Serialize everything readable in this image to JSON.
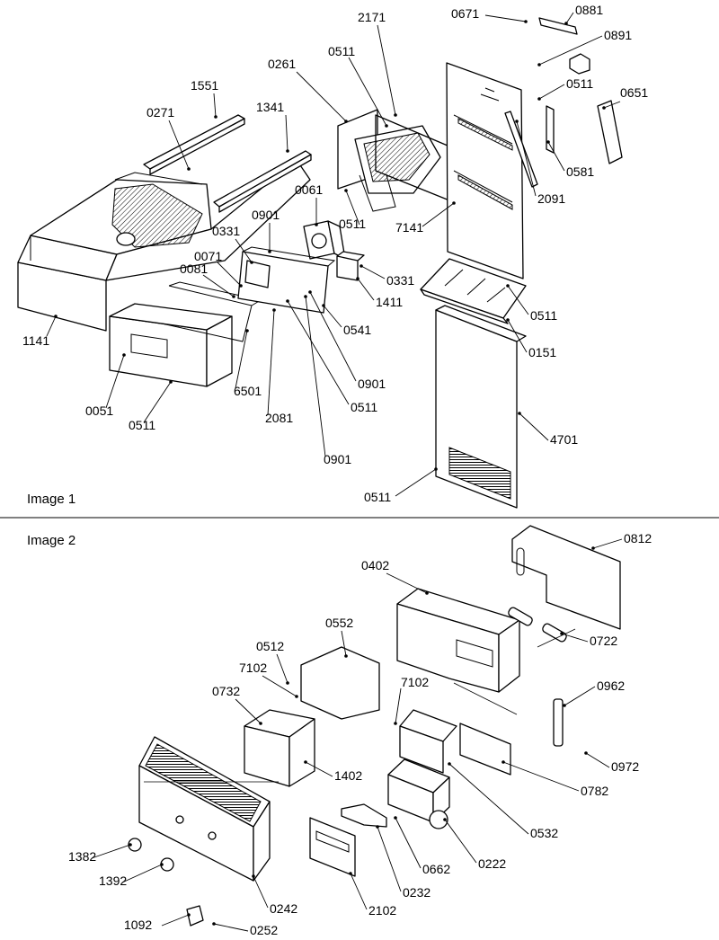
{
  "sections": [
    {
      "title": "Image 1"
    },
    {
      "title": "Image 2"
    }
  ],
  "callouts1": [
    "0671",
    "0881",
    "2171",
    "0891",
    "0511",
    "0261",
    "1551",
    "1341",
    "0271",
    "0511",
    "0651",
    "0581",
    "2091",
    "0061",
    "0901",
    "0331",
    "0071",
    "0081",
    "0511",
    "7141",
    "0331",
    "1411",
    "0511",
    "1141",
    "0541",
    "0151",
    "0901",
    "6501",
    "0511",
    "4701",
    "0051",
    "0511",
    "2081",
    "0901",
    "0511"
  ],
  "callouts2": [
    "0812",
    "0402",
    "0722",
    "0552",
    "0512",
    "7102",
    "7102",
    "0732",
    "0962",
    "1402",
    "0782",
    "0972",
    "0532",
    "1382",
    "0222",
    "0662",
    "1392",
    "0232",
    "0242",
    "2102",
    "1092",
    "0252"
  ]
}
